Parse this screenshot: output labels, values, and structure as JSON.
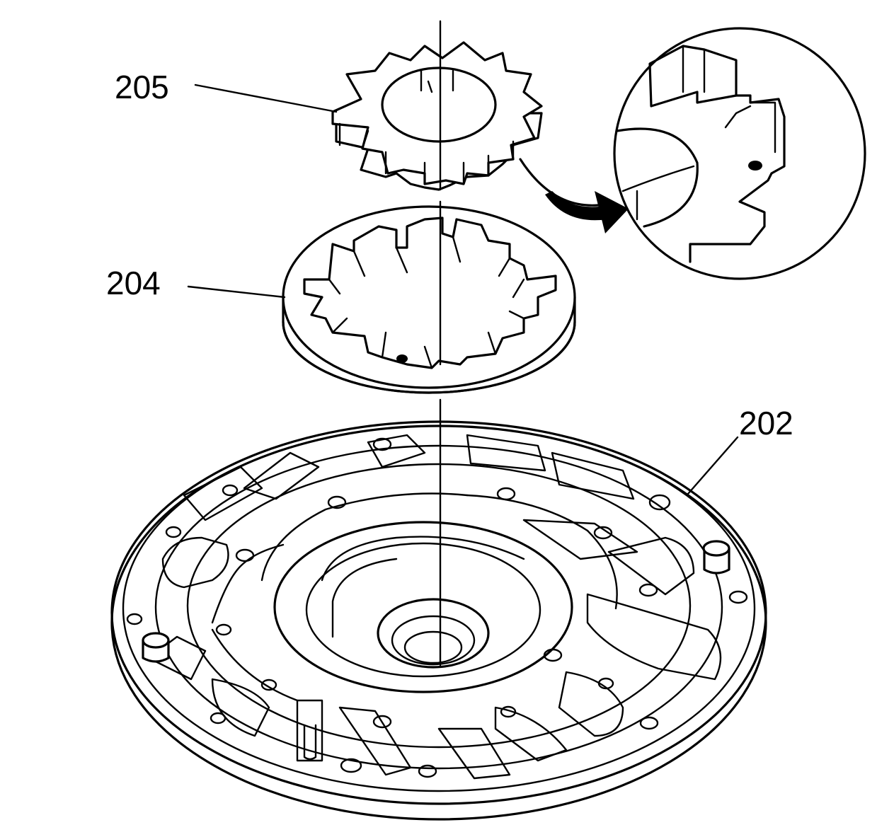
{
  "callouts": {
    "gear": "205",
    "ring": "204",
    "body": "202"
  },
  "colors": {
    "line": "#000000",
    "background": "#ffffff"
  }
}
